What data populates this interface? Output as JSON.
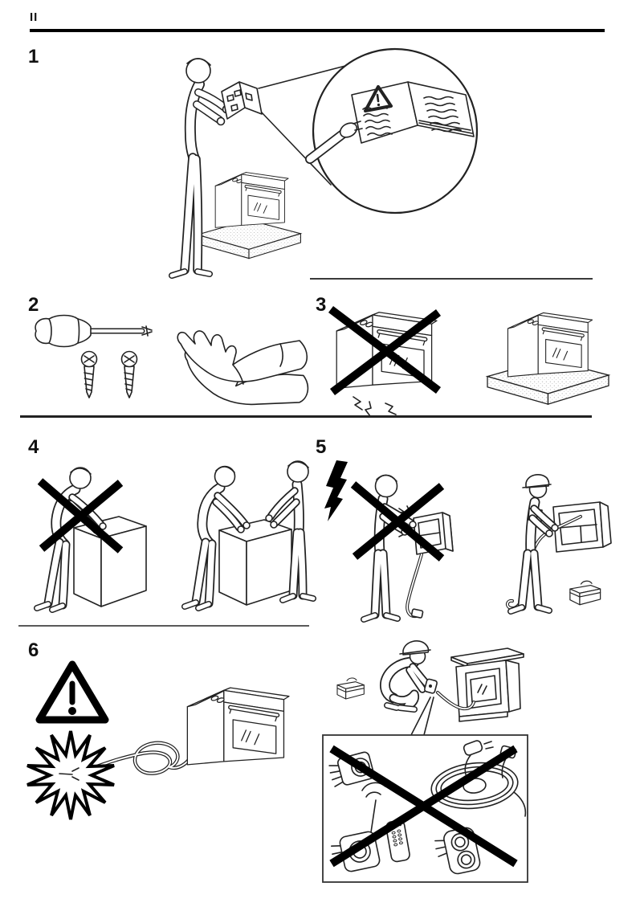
{
  "page": {
    "marker": "II",
    "paper_color": "#ffffff",
    "ink_color": "#1a1a1a",
    "cross_color": "#000000"
  },
  "steps": [
    {
      "number": "1",
      "icons": [
        "person-reading-manual-icon",
        "oven-on-plinth-icon",
        "zoom-circle-icon",
        "manual-warning-page-icon"
      ]
    },
    {
      "number": "2",
      "icons": [
        "screwdriver-icon",
        "screws-icon",
        "protective-gloves-icon"
      ]
    },
    {
      "number": "3",
      "icons": [
        "oven-unsupported-crossed-icon",
        "crack-marks-icon",
        "oven-on-plinth-icon"
      ]
    },
    {
      "number": "4",
      "icons": [
        "one-person-lift-crossed-icon",
        "two-person-lift-icon"
      ]
    },
    {
      "number": "5",
      "icons": [
        "high-voltage-bolt-icon",
        "diy-electrical-work-crossed-icon",
        "qualified-electrician-icon",
        "toolbox-icon"
      ]
    },
    {
      "number": "6",
      "icons": [
        "warning-triangle-icon",
        "spark-starburst-icon",
        "oven-power-cord-icon",
        "electrician-plugging-in-icon",
        "toolbox-icon",
        "no-adapters-no-extension-cords-crossed-icon"
      ]
    }
  ]
}
